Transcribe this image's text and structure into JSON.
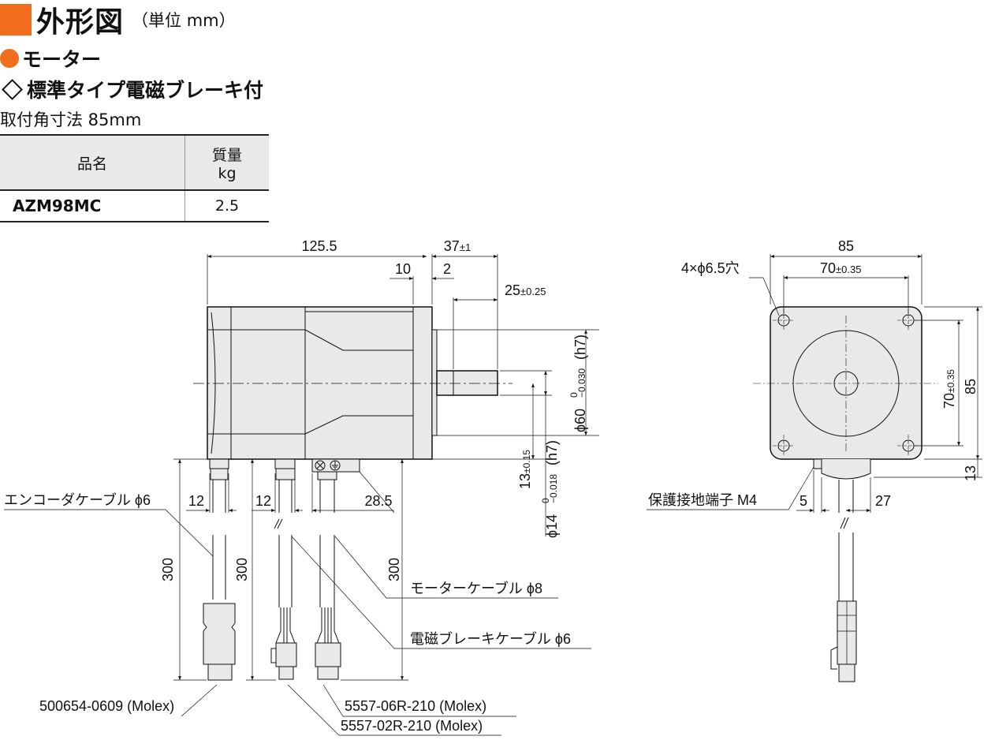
{
  "header": {
    "title": "外形図",
    "unit": "（単位 mm）",
    "category": "モーター",
    "type": "標準タイプ電磁ブレーキ付",
    "mount": "取付角寸法 85mm"
  },
  "table": {
    "col_name": "品名",
    "col_mass": "質量",
    "col_mass_unit": "kg",
    "rows": [
      {
        "name": "AZM98MC",
        "mass": "2.5"
      }
    ]
  },
  "colors": {
    "accent": "#f26c1e",
    "body_fill": "#e9e9e9",
    "line": "#111111"
  },
  "dims": {
    "overall_length": "125.5",
    "shaft_ext": "37",
    "shaft_ext_tol": "±1",
    "flange_10": "10",
    "flange_2": "2",
    "shaft_len": "25",
    "shaft_len_tol": "±0.25",
    "pilot": "ϕ60",
    "pilot_tol_upper": "0",
    "pilot_tol_lower": "−0.030",
    "pilot_fit": "(h7)",
    "shaft_dia": "ϕ14",
    "shaft_tol_upper": "0",
    "shaft_tol_lower": "−0.018",
    "shaft_fit": "(h7)",
    "shaft_height": "13",
    "shaft_height_tol": "±0.15",
    "cable_12a": "12",
    "cable_12b": "12",
    "cable_28_5": "28.5",
    "len_300a": "300",
    "len_300b": "300",
    "len_300c": "300",
    "front_85_w": "85",
    "front_85_h": "85",
    "hole_pitch_x": "70",
    "hole_pitch_x_tol": "±0.35",
    "hole_pitch_y": "70",
    "hole_pitch_y_tol": "±0.35",
    "holes": "4×ϕ6.5穴",
    "front_13": "13",
    "front_5": "5",
    "front_27": "27"
  },
  "labels": {
    "encoder_cable": "エンコーダケーブル ϕ6",
    "motor_cable": "モーターケーブル ϕ8",
    "brake_cable": "電磁ブレーキケーブル ϕ6",
    "ground": "保護接地端子 M4",
    "conn_enc": "500654-0609 (Molex)",
    "conn_motor": "5557-06R-210 (Molex)",
    "conn_brake": "5557-02R-210 (Molex)"
  }
}
